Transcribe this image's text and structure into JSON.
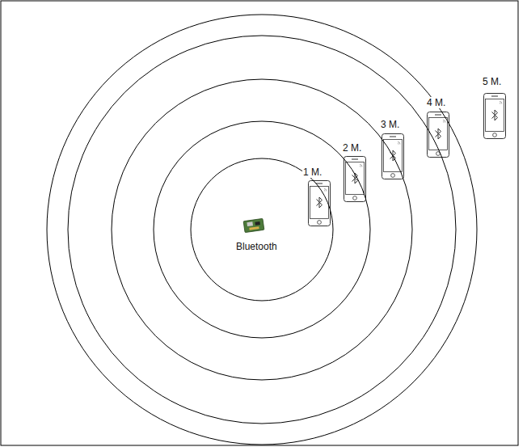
{
  "diagram": {
    "labels": [
      "1 M.",
      "2 M.",
      "3 M.",
      "4 M.",
      "5 M.",
      "Bluetooth"
    ]
  }
}
